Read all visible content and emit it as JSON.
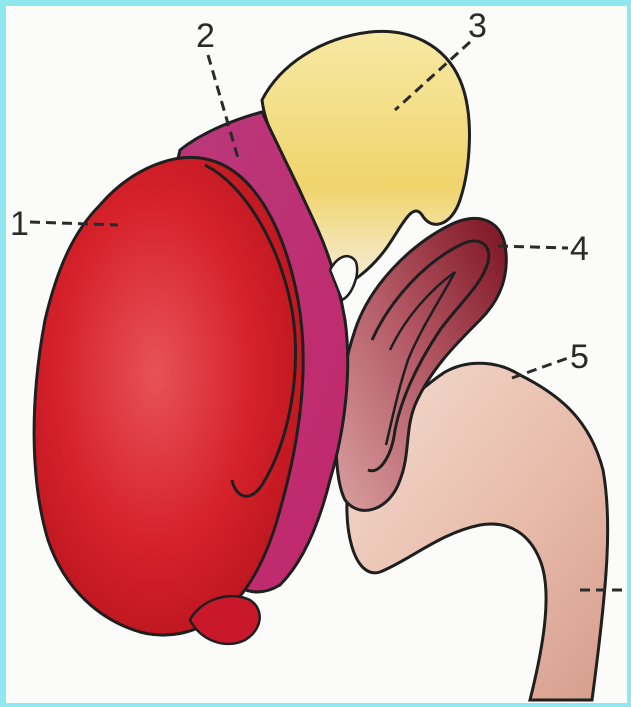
{
  "diagram": {
    "labels": [
      {
        "id": "1",
        "text": "1"
      },
      {
        "id": "2",
        "text": "2"
      },
      {
        "id": "3",
        "text": "3"
      },
      {
        "id": "4",
        "text": "4"
      },
      {
        "id": "5",
        "text": "5"
      }
    ],
    "colors": {
      "background_border": "#8fe8ee",
      "paper": "#fbfbf9",
      "region_1": "#d81f26",
      "region_2": "#c03a78",
      "region_3": "#f1d77a",
      "region_4": "#8c1f2a",
      "region_5": "#e6bfae",
      "outline": "#1f1f1f"
    }
  }
}
